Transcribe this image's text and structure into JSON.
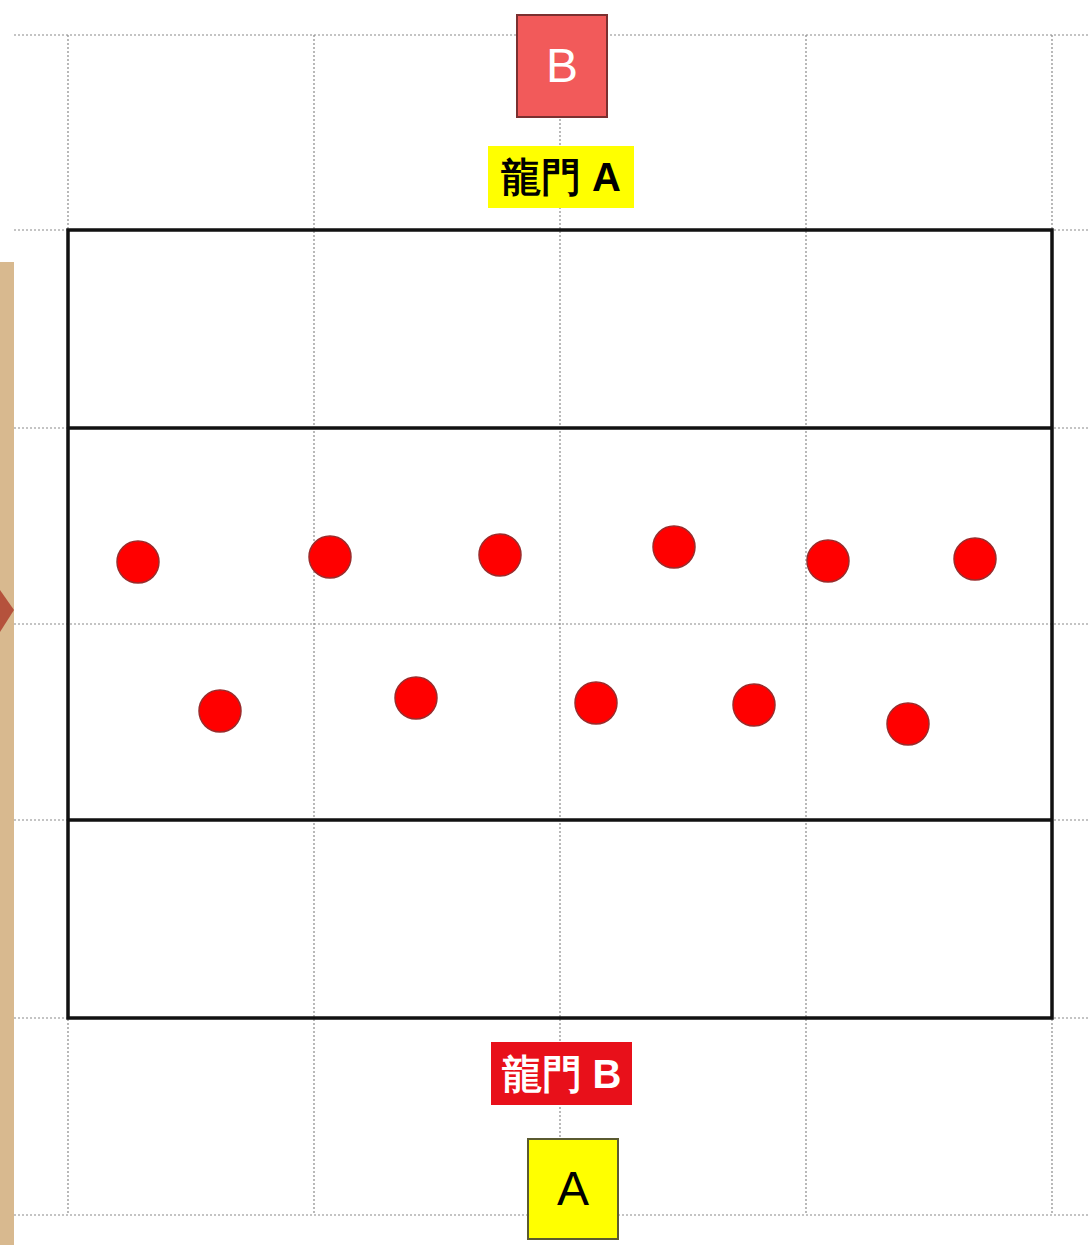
{
  "diagram": {
    "nodes": [
      {
        "text": [
          "B"
        ]
      },
      {
        "text": [
          "龍門 A"
        ]
      },
      {
        "text": [
          "龍門 B"
        ]
      },
      {
        "text": [
          "A"
        ]
      }
    ]
  }
}
